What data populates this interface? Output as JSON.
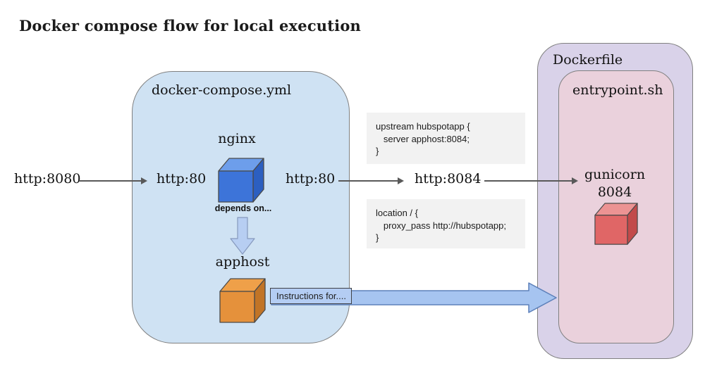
{
  "title": {
    "text": "Docker compose flow for local execution"
  },
  "compose_box": {
    "label": "docker-compose.yml",
    "fill": "#cfe2f3"
  },
  "dockerfile_box": {
    "label": "Dockerfile",
    "fill": "#d9d2e9"
  },
  "entrypoint_box": {
    "label": "entrypoint.sh",
    "fill": "#ead1dc"
  },
  "nodes": {
    "external_port": "http:8080",
    "nginx_port_in": "http:80",
    "nginx_label": "nginx",
    "nginx_port_out": "http:80",
    "depends_note": "depends on...",
    "apphost_label": "apphost",
    "upstream_port": "http:8084",
    "gunicorn_label": "gunicorn",
    "gunicorn_port": "8084"
  },
  "code_blocks": {
    "upstream": "upstream hubspotapp {\n   server apphost:8084;\n}",
    "location": "location / {\n   proxy_pass http://hubspotapp;\n}",
    "background": "#f2f2f2"
  },
  "instructions_arrow": {
    "label": "Instructions for....",
    "fill": "#a6c4f0",
    "border": "#5d80ba"
  },
  "cubes": {
    "nginx": {
      "icon": "cube-icon",
      "top": "#6d9eeb",
      "front": "#3d74d9",
      "side": "#2c5fc0"
    },
    "apphost": {
      "icon": "cube-icon",
      "top": "#efa049",
      "front": "#e5913b",
      "side": "#c17426"
    },
    "gunicorn": {
      "icon": "cube-icon",
      "top": "#ec9393",
      "front": "#e06666",
      "side": "#c24a4a"
    }
  },
  "colors": {
    "thin_arrow": "#595959",
    "down_arrow_fill": "#b7cef2",
    "canvas": "#ffffff"
  }
}
